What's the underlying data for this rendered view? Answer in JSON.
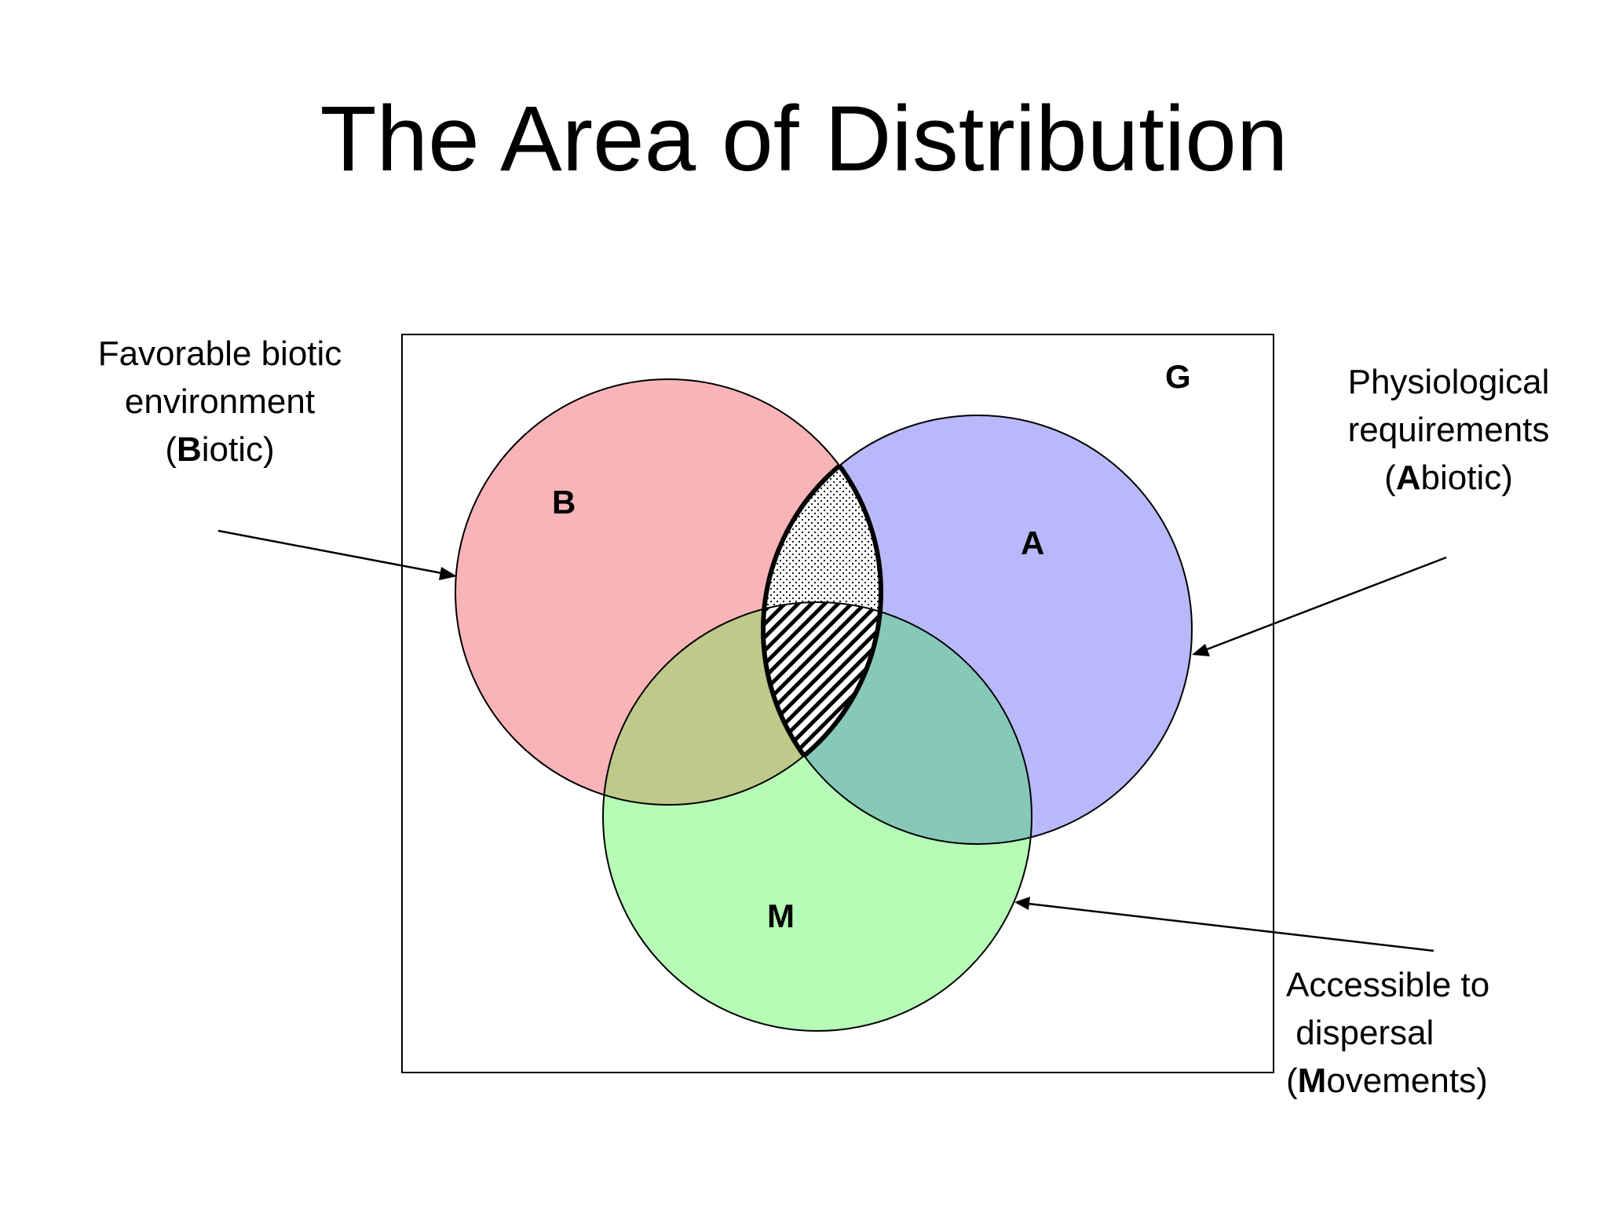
{
  "title": "The Area of Distribution",
  "region_labels": {
    "g": "G",
    "b": "B",
    "a": "A",
    "m": "M"
  },
  "biotic_label": {
    "lines": [
      "Favorable biotic",
      "environment"
    ],
    "paren_open": "(",
    "emph": "B",
    "rest": "iotic)"
  },
  "abiotic_label": {
    "lines": [
      "Physiological",
      "requirements"
    ],
    "paren_open": "(",
    "emph": "A",
    "rest": "biotic)"
  },
  "movements_label": {
    "lines": [
      "Accessible to",
      " dispersal"
    ],
    "paren_open": "(",
    "emph": "M",
    "rest": "ovements)"
  },
  "colors": {
    "biotic_fill": "#f9b4b8",
    "abiotic_fill": "#b8b8fb",
    "movements_fill": "#b6fbb6",
    "b_and_m": "#bec98a",
    "a_and_m": "#86c9b8",
    "outline": "#000000"
  }
}
